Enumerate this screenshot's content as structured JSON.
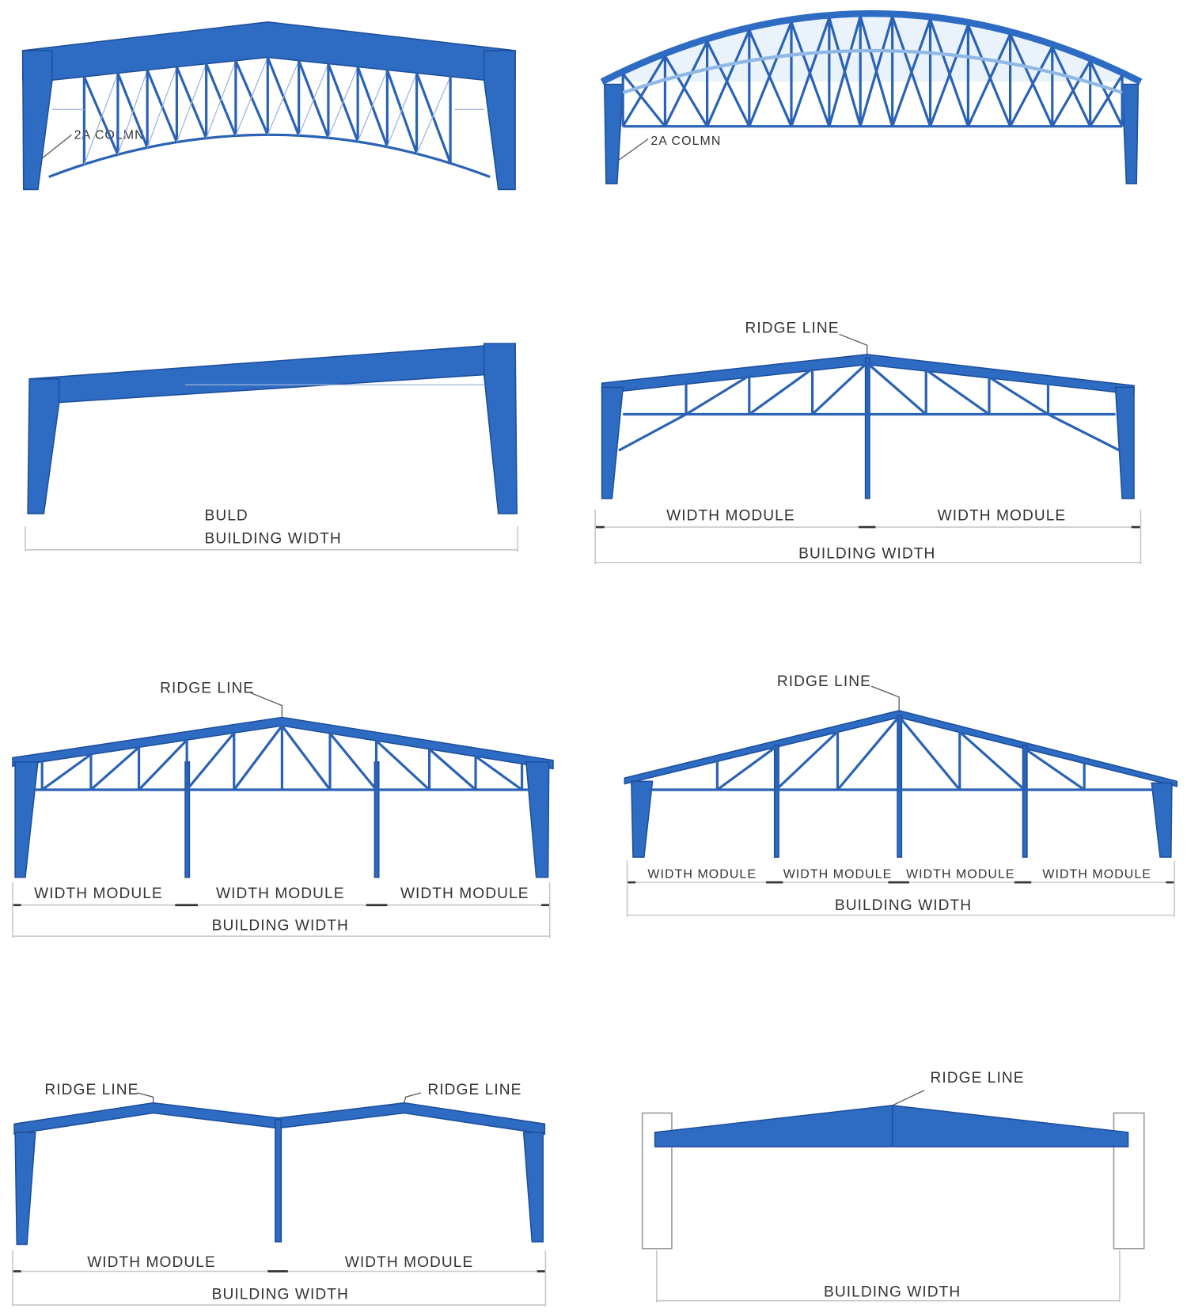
{
  "panels": [
    {
      "id": "arched-truss-frame",
      "labels": {
        "column": "2A  COLMN"
      }
    },
    {
      "id": "arch-roof-truss",
      "labels": {
        "column": "2A  COLMN"
      }
    },
    {
      "id": "mono-slope-frame",
      "labels": {
        "top": "BULD",
        "width": "BUILDING WIDTH"
      }
    },
    {
      "id": "gable-truss-two-module",
      "labels": {
        "ridge": "RIDGE LINE",
        "modules": [
          "WIDTH MODULE",
          "WIDTH MODULE"
        ],
        "width": "BUILDING WIDTH"
      }
    },
    {
      "id": "gable-truss-three-module",
      "labels": {
        "ridge": "RIDGE LINE",
        "modules": [
          "WIDTH MODULE",
          "WIDTH MODULE",
          "WIDTH MODULE"
        ],
        "width": "BUILDING WIDTH"
      }
    },
    {
      "id": "gable-truss-four-module",
      "labels": {
        "ridge": "RIDGE LINE",
        "modules": [
          "WIDTH MODULE",
          "WIDTH MODULE",
          "WIDTH MODULE",
          "WIDTH MODULE"
        ],
        "width": "BUILDING WIDTH"
      }
    },
    {
      "id": "double-gable-frame",
      "labels": {
        "ridge_left": "RIDGE LINE",
        "ridge_right": "RIDGE LINE",
        "modules": [
          "WIDTH MODULE",
          "WIDTH MODULE"
        ],
        "width": "BUILDING WIDTH"
      }
    },
    {
      "id": "tapered-beam-on-walls",
      "labels": {
        "ridge": "RIDGE LINE",
        "width": "BUILDING WIDTH"
      }
    }
  ],
  "colors": {
    "steel": "#2e6cc4",
    "steel_edge": "#1d4f9c",
    "text": "#333333"
  }
}
